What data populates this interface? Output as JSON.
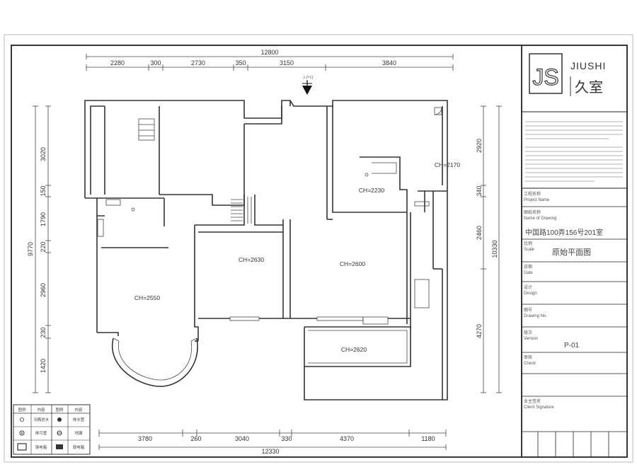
{
  "top_dims": {
    "overall": "12800",
    "segments": [
      "2280",
      "300",
      "2730",
      "350",
      "3150",
      "3840"
    ]
  },
  "bottom_dims": {
    "overall": "12330",
    "segments": [
      "3780",
      "260",
      "3040",
      "330",
      "4370",
      "1180"
    ]
  },
  "left_dims": {
    "overall": "9770",
    "segments": [
      "3020",
      "150",
      "1790",
      "220",
      "2960",
      "230",
      "1420"
    ]
  },
  "right_dims": {
    "overall": "10330",
    "segments": [
      "2920",
      "340",
      "2460",
      "4270"
    ]
  },
  "entrance": {
    "label": "入户口"
  },
  "rooms": {
    "ch_2550": "CH=2550",
    "ch_2630": "CH=2630",
    "ch_2600": "CH=2600",
    "ch_2230": "CH=2230",
    "ch_2170": "CH=2170",
    "ch_2620": "CH=2620"
  },
  "title_block": {
    "brand_en": "JIUSHI",
    "brand_cn": "久室",
    "logo_letters": "JS",
    "project_address": "中国路100弄156号201室",
    "drawing_name": "原始平面图",
    "drawing_no": "P-01",
    "field_labels": {
      "project_name": "工程名称",
      "project_name_en": "Project Name",
      "drawing_title": "图纸名称",
      "drawing_title_en": "Name of Drawing",
      "scale": "比例",
      "scale_en": "Scale",
      "date": "日期",
      "date_en": "Date",
      "drawing_number": "图号",
      "drawing_number_en": "Drawing No.",
      "version": "版次",
      "version_en": "Version",
      "design": "设计",
      "design_en": "Design",
      "check": "审核",
      "check_en": "Check",
      "client": "业主签名",
      "client_en": "Client Signature"
    }
  },
  "legend": {
    "headers": [
      "图例",
      "内容",
      "图例",
      "内容"
    ],
    "rows": [
      [
        "马桶进水",
        "排水管"
      ],
      [
        "排污管",
        "地漏"
      ],
      [
        "强电箱",
        "弱电箱"
      ]
    ]
  }
}
